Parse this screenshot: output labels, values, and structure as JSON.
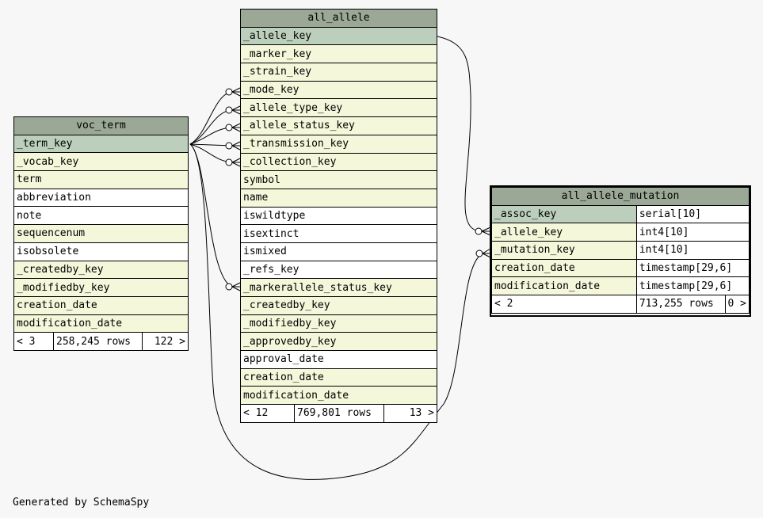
{
  "tables": {
    "voc_term": {
      "name": "voc_term",
      "rows": [
        {
          "label": "_term_key",
          "kind": "pk"
        },
        {
          "label": "_vocab_key",
          "kind": "fk"
        },
        {
          "label": "term",
          "kind": "fk"
        },
        {
          "label": "abbreviation",
          "kind": "plain"
        },
        {
          "label": "note",
          "kind": "plain"
        },
        {
          "label": "sequencenum",
          "kind": "fk"
        },
        {
          "label": "isobsolete",
          "kind": "plain"
        },
        {
          "label": "_createdby_key",
          "kind": "fk"
        },
        {
          "label": "_modifiedby_key",
          "kind": "fk"
        },
        {
          "label": "creation_date",
          "kind": "fk"
        },
        {
          "label": "modification_date",
          "kind": "fk"
        }
      ],
      "footer": {
        "parents": "< 3",
        "rows": "258,245 rows",
        "children": "122 >"
      }
    },
    "all_allele": {
      "name": "all_allele",
      "rows": [
        {
          "label": "_allele_key",
          "kind": "pk"
        },
        {
          "label": "_marker_key",
          "kind": "fk"
        },
        {
          "label": "_strain_key",
          "kind": "fk"
        },
        {
          "label": "_mode_key",
          "kind": "fk"
        },
        {
          "label": "_allele_type_key",
          "kind": "fk"
        },
        {
          "label": "_allele_status_key",
          "kind": "fk"
        },
        {
          "label": "_transmission_key",
          "kind": "fk"
        },
        {
          "label": "_collection_key",
          "kind": "fk"
        },
        {
          "label": "symbol",
          "kind": "fk"
        },
        {
          "label": "name",
          "kind": "fk"
        },
        {
          "label": "iswildtype",
          "kind": "plain"
        },
        {
          "label": "isextinct",
          "kind": "plain"
        },
        {
          "label": "ismixed",
          "kind": "plain"
        },
        {
          "label": "_refs_key",
          "kind": "plain"
        },
        {
          "label": "_markerallele_status_key",
          "kind": "fk"
        },
        {
          "label": "_createdby_key",
          "kind": "fk"
        },
        {
          "label": "_modifiedby_key",
          "kind": "fk"
        },
        {
          "label": "_approvedby_key",
          "kind": "fk"
        },
        {
          "label": "approval_date",
          "kind": "plain"
        },
        {
          "label": "creation_date",
          "kind": "fk"
        },
        {
          "label": "modification_date",
          "kind": "fk"
        }
      ],
      "footer": {
        "parents": "< 12",
        "rows": "769,801 rows",
        "children": "13 >"
      }
    },
    "all_allele_mutation": {
      "name": "all_allele_mutation",
      "rows": [
        {
          "label": "_assoc_key",
          "type": "serial[10]",
          "kind": "pk"
        },
        {
          "label": "_allele_key",
          "type": "int4[10]",
          "kind": "fk"
        },
        {
          "label": "_mutation_key",
          "type": "int4[10]",
          "kind": "fk"
        },
        {
          "label": "creation_date",
          "type": "timestamp[29,6]",
          "kind": "fk"
        },
        {
          "label": "modification_date",
          "type": "timestamp[29,6]",
          "kind": "fk"
        }
      ],
      "footer": {
        "parents": "< 2",
        "rows": "713,255 rows",
        "children": "0 >"
      }
    }
  },
  "footer_text": "Generated by SchemaSpy"
}
